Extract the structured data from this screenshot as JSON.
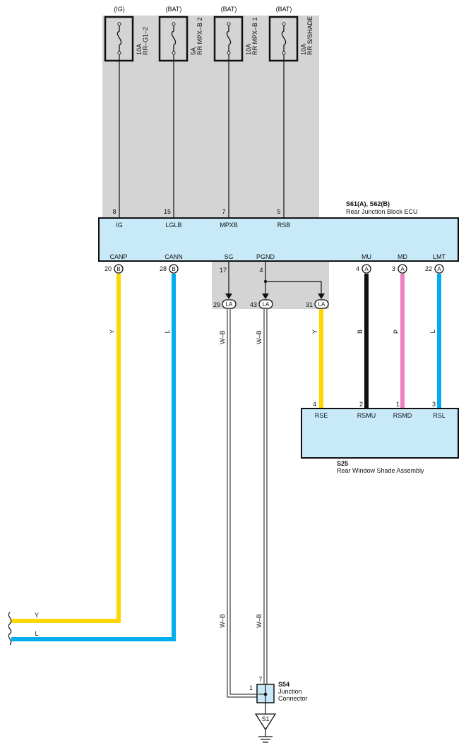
{
  "fuses": [
    {
      "supply": "(IG)",
      "amp": "10A",
      "name": "RR–G1–2",
      "pin": "8",
      "term": "IG"
    },
    {
      "supply": "(BAT)",
      "amp": "5A",
      "name": "RR MPX–B 2",
      "pin": "15",
      "term": "LGLB"
    },
    {
      "supply": "(BAT)",
      "amp": "10A",
      "name": "RR MPX–B 1",
      "pin": "7",
      "term": "MPXB"
    },
    {
      "supply": "(BAT)",
      "amp": "10A",
      "name": "RR S/SHADE",
      "pin": "5",
      "term": "RSB"
    }
  ],
  "ecu": {
    "code": "S61(A), S62(B)",
    "name": "Rear Junction Block ECU"
  },
  "ecu_bottom": [
    {
      "term": "CANP",
      "pin": "20",
      "conn": "B",
      "color": "Y",
      "hex": "#FFD700"
    },
    {
      "term": "CANN",
      "pin": "28",
      "conn": "B",
      "color": "L",
      "hex": "#00AEEF"
    },
    {
      "term": "SG",
      "pin": "17"
    },
    {
      "term": "PGND",
      "pin": "4"
    },
    {
      "term": "MU",
      "pin": "4",
      "conn": "A",
      "color": "B",
      "hex": "#111111"
    },
    {
      "term": "MD",
      "pin": "3",
      "conn": "A",
      "color": "P",
      "hex": "#EE82C0"
    },
    {
      "term": "LMT",
      "pin": "22",
      "conn": "A",
      "color": "L",
      "hex": "#00AEEF"
    }
  ],
  "la": [
    {
      "pin": "29",
      "label": "LA",
      "wire": "W–B"
    },
    {
      "pin": "43",
      "label": "LA",
      "wire": "W–B"
    },
    {
      "pin": "31",
      "label": "LA",
      "wire": "Y"
    }
  ],
  "shade": {
    "code": "S25",
    "name": "Rear Window Shade Assembly",
    "pins": [
      {
        "pin": "4",
        "term": "RSE"
      },
      {
        "pin": "2",
        "term": "RSMU"
      },
      {
        "pin": "1",
        "term": "RSMD"
      },
      {
        "pin": "3",
        "term": "RSL"
      }
    ]
  },
  "can_ends": [
    {
      "color": "Y"
    },
    {
      "color": "L"
    }
  ],
  "junction": {
    "code": "S54",
    "line1": "Junction",
    "line2": "Connector",
    "pin_top": "7",
    "pin_left": "1",
    "wire_left": "W–B",
    "wire_right": "W–B"
  },
  "ground": {
    "code": "S1"
  },
  "colors": {
    "shade_box": "#C8E9F8",
    "gray": "#D4D4D4",
    "yellow": "#FFD700",
    "blue": "#00AEEF",
    "pink": "#EE82C0",
    "black": "#111111"
  }
}
